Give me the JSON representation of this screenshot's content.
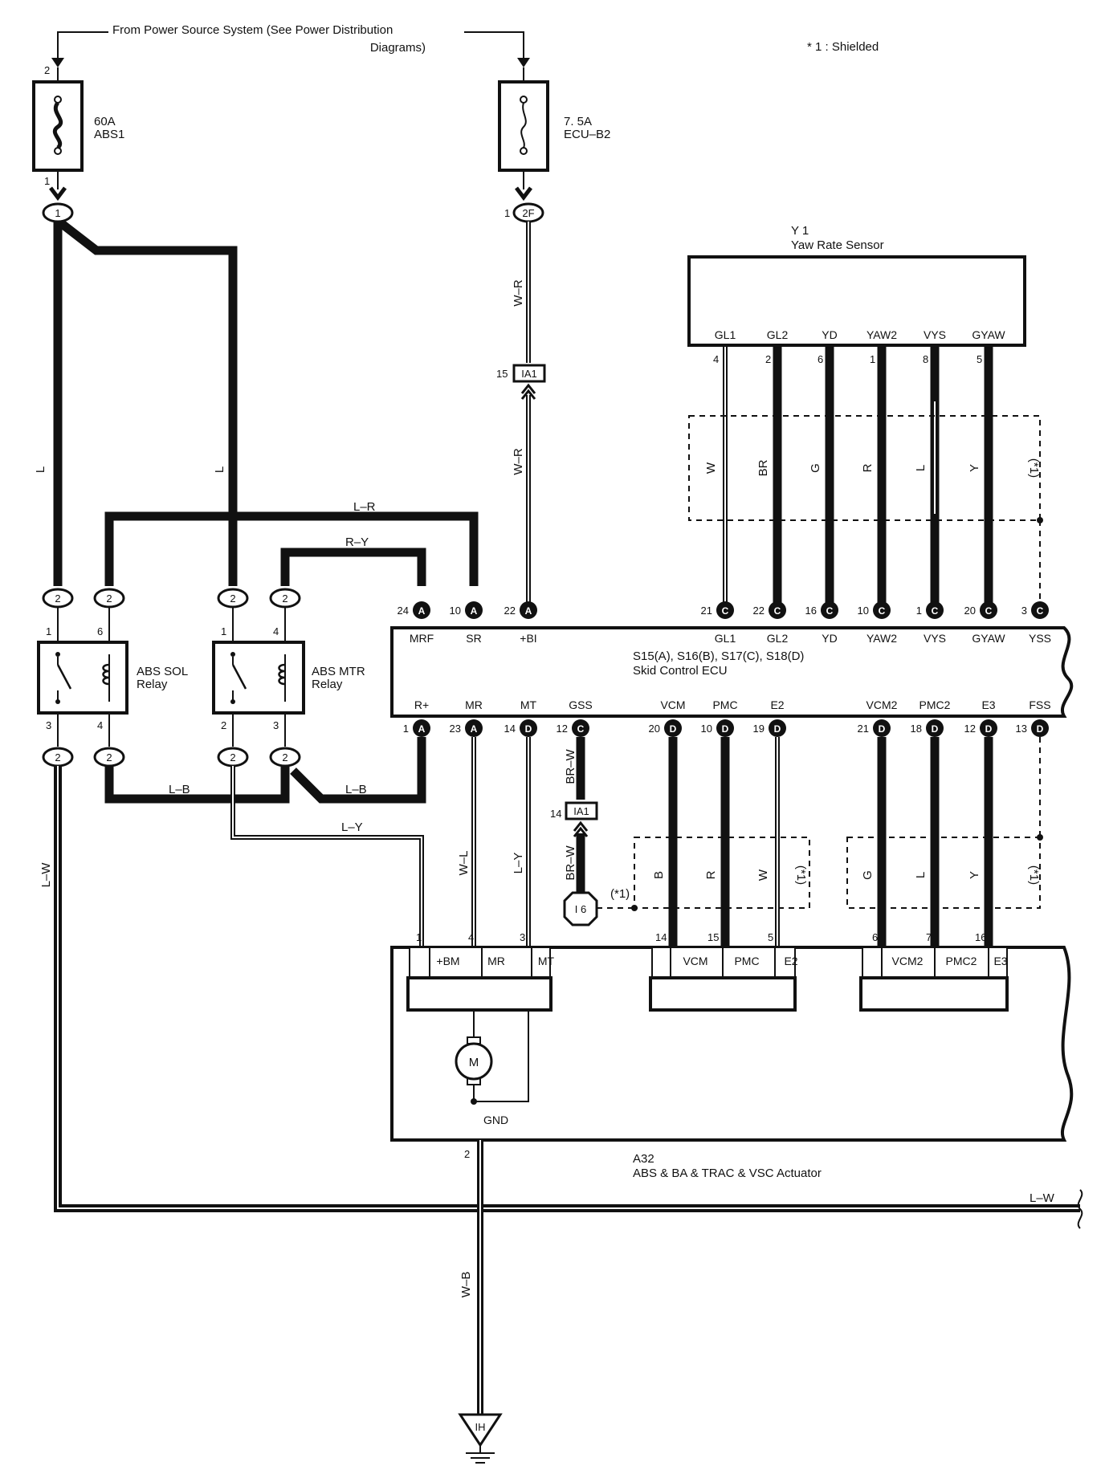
{
  "header": {
    "power_source_line1": "From Power Source System (See Power Distribution",
    "power_source_line2": "Diagrams)",
    "shielded_note": "* 1 : Shielded"
  },
  "fuses": [
    {
      "rating": "60A",
      "name": "ABS1",
      "pin_top": "2",
      "pin_bottom": "1",
      "connector": "1"
    },
    {
      "rating": "7. 5A",
      "name": "ECU–B2",
      "pin_top": "",
      "pin_bottom": "1",
      "connector": "2F"
    }
  ],
  "relays": [
    {
      "name_line1": "ABS SOL",
      "name_line2": "Relay",
      "pins": [
        "1",
        "6",
        "3",
        "4"
      ]
    },
    {
      "name_line1": "ABS MTR",
      "name_line2": "Relay",
      "pins": [
        "1",
        "4",
        "2",
        "3"
      ]
    }
  ],
  "relay_connector_label": "2",
  "yaw_sensor": {
    "id": "Y 1",
    "name": "Yaw Rate Sensor",
    "terminals": [
      "GL1",
      "GL2",
      "YD",
      "YAW2",
      "VYS",
      "GYAW"
    ],
    "pins": [
      "4",
      "2",
      "6",
      "1",
      "8",
      "5"
    ],
    "wire_colors": [
      "W",
      "BR",
      "G",
      "R",
      "L",
      "Y"
    ]
  },
  "ecu": {
    "connectors": "S15(A), S16(B), S17(C), S18(D)",
    "name": "Skid Control ECU",
    "top_terminals": [
      {
        "pin": "24",
        "conn": "A",
        "name": "MRF"
      },
      {
        "pin": "10",
        "conn": "A",
        "name": "SR"
      },
      {
        "pin": "22",
        "conn": "A",
        "name": "+BI"
      },
      {
        "pin": "21",
        "conn": "C",
        "name": "GL1"
      },
      {
        "pin": "22",
        "conn": "C",
        "name": "GL2"
      },
      {
        "pin": "16",
        "conn": "C",
        "name": "YD"
      },
      {
        "pin": "10",
        "conn": "C",
        "name": "YAW2"
      },
      {
        "pin": "1",
        "conn": "C",
        "name": "VYS"
      },
      {
        "pin": "20",
        "conn": "C",
        "name": "GYAW"
      },
      {
        "pin": "3",
        "conn": "C",
        "name": "YSS"
      }
    ],
    "bottom_terminals": [
      {
        "pin": "1",
        "conn": "A",
        "name": "R+"
      },
      {
        "pin": "23",
        "conn": "A",
        "name": "MR"
      },
      {
        "pin": "14",
        "conn": "D",
        "name": "MT"
      },
      {
        "pin": "12",
        "conn": "C",
        "name": "GSS"
      },
      {
        "pin": "20",
        "conn": "D",
        "name": "VCM"
      },
      {
        "pin": "10",
        "conn": "D",
        "name": "PMC"
      },
      {
        "pin": "19",
        "conn": "D",
        "name": "E2"
      },
      {
        "pin": "21",
        "conn": "D",
        "name": "VCM2"
      },
      {
        "pin": "18",
        "conn": "D",
        "name": "PMC2"
      },
      {
        "pin": "12",
        "conn": "D",
        "name": "E3"
      },
      {
        "pin": "13",
        "conn": "D",
        "name": "FSS"
      }
    ]
  },
  "wires": {
    "L": "L",
    "L_R": "L–R",
    "R_Y": "R–Y",
    "L_B": "L–B",
    "L_Y": "L–Y",
    "L_W": "L–W",
    "W_R": "W–R",
    "W_L": "W–L",
    "BR_W": "BR–W",
    "W_B": "W–B",
    "B": "B",
    "R": "R",
    "W": "W",
    "G": "G",
    "Y": "Y",
    "shield_ref": "(*1)"
  },
  "junctions": {
    "IA1": "IA1",
    "IA1_top_pin": "15",
    "IA1_bottom_pin": "14",
    "I6": "I 6",
    "IH": "IH"
  },
  "actuator": {
    "id": "A32",
    "name": "ABS & BA & TRAC & VSC Actuator",
    "terminals": [
      {
        "pin": "1",
        "name": "+BM"
      },
      {
        "pin": "4",
        "name": "MR"
      },
      {
        "pin": "3",
        "name": "MT"
      },
      {
        "pin": "14",
        "name": "VCM"
      },
      {
        "pin": "15",
        "name": "PMC"
      },
      {
        "pin": "5",
        "name": "E2"
      },
      {
        "pin": "6",
        "name": "VCM2"
      },
      {
        "pin": "7",
        "name": "PMC2"
      },
      {
        "pin": "16",
        "name": "E3"
      }
    ],
    "motor": "M",
    "gnd": "GND",
    "gnd_pin": "2"
  }
}
